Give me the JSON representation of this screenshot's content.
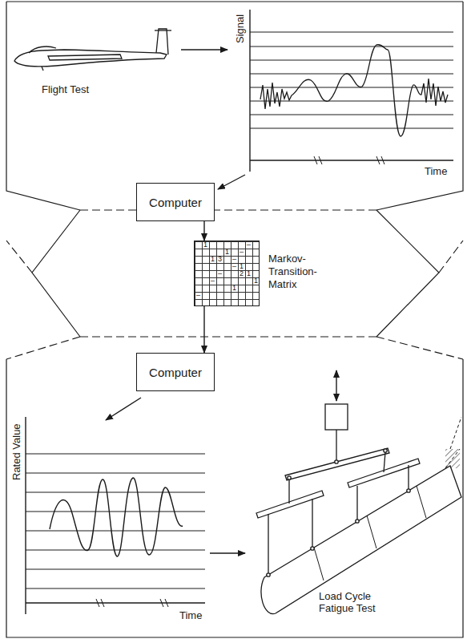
{
  "diagram": {
    "nodes": [
      {
        "text": [
          "Computer"
        ]
      },
      {
        "text": [
          "Markov- Transition- Matrix"
        ]
      },
      {
        "text": [
          "Computer"
        ]
      }
    ],
    "edges": [
      {
        "from": 0,
        "to": 1,
        "arrow": "to"
      },
      {
        "from": 1,
        "to": 2,
        "arrow": "to"
      }
    ],
    "labels": [
      "Flight Test",
      "Signal",
      "Time",
      "1",
      "–",
      "1",
      "–",
      "1",
      "3",
      "–",
      "–",
      "1",
      "–",
      "2",
      "1",
      "–",
      "1",
      "1",
      "–",
      "Rated Value",
      "Time",
      "Load Cycle Fatigue Test"
    ]
  }
}
